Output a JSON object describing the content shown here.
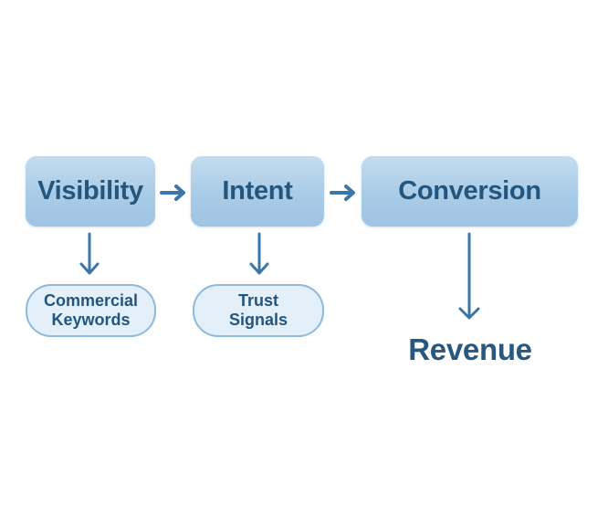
{
  "diagram": {
    "stages": [
      {
        "id": "visibility",
        "label": "Visibility"
      },
      {
        "id": "intent",
        "label": "Intent"
      },
      {
        "id": "conversion",
        "label": "Conversion"
      }
    ],
    "sub_nodes": [
      {
        "id": "commercial-keywords",
        "parent": "visibility",
        "lines": [
          "Commercial",
          "Keywords"
        ]
      },
      {
        "id": "trust-signals",
        "parent": "intent",
        "lines": [
          "Trust",
          "Signals"
        ]
      }
    ],
    "outcome": {
      "id": "revenue",
      "parent": "conversion",
      "label": "Revenue"
    },
    "edges": [
      {
        "from": "visibility",
        "to": "intent",
        "direction": "right"
      },
      {
        "from": "intent",
        "to": "conversion",
        "direction": "right"
      },
      {
        "from": "visibility",
        "to": "commercial-keywords",
        "direction": "down"
      },
      {
        "from": "intent",
        "to": "trust-signals",
        "direction": "down"
      },
      {
        "from": "conversion",
        "to": "revenue",
        "direction": "down"
      }
    ],
    "colors": {
      "box_fill_top": "#c3dcef",
      "box_fill_bottom": "#9fc4e2",
      "pill_fill": "#e4f0f9",
      "pill_border": "#8fb9da",
      "text": "#24557d",
      "arrow": "#3b76a8",
      "background": "#ffffff"
    }
  }
}
